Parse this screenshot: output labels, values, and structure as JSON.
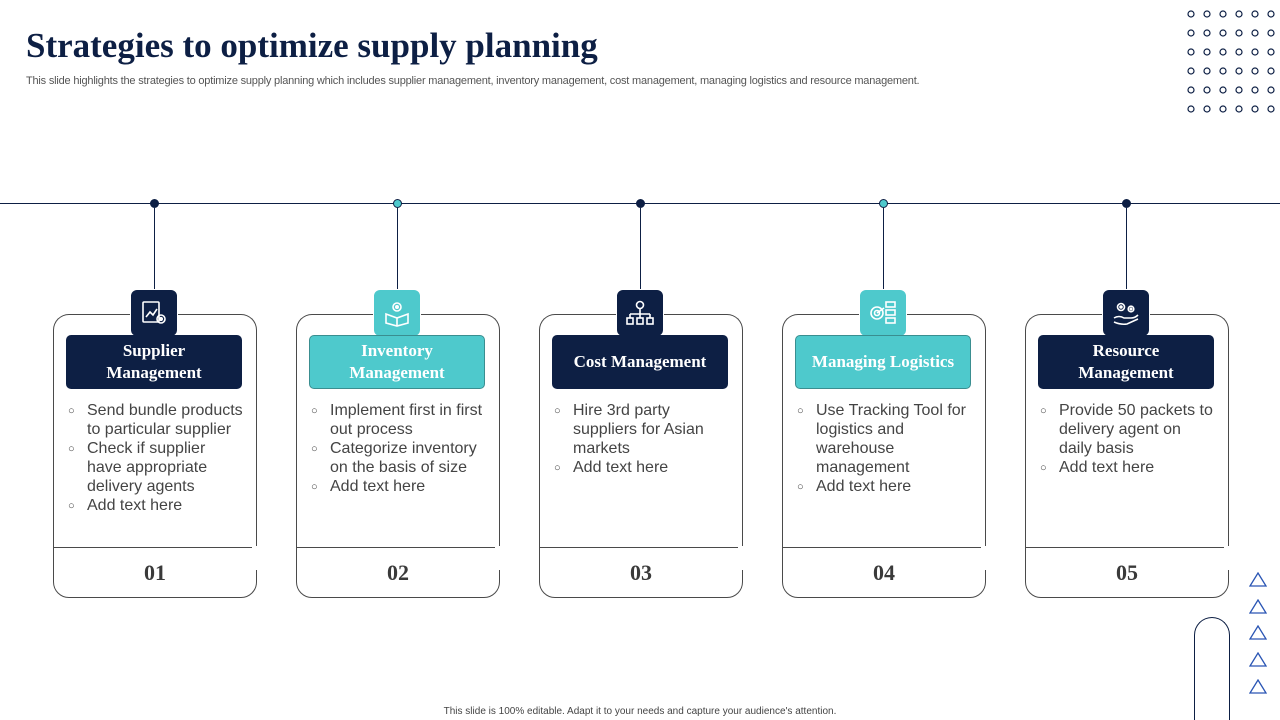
{
  "slide": {
    "title": "Strategies to optimize supply planning",
    "subtitle": "This slide highlights the strategies to optimize supply planning which includes supplier management, inventory management, cost management, managing logistics and resource management.",
    "footer": "This slide is 100% editable.  Adapt it to your needs and capture your audience's attention."
  },
  "colors": {
    "navy": "#0d1f44",
    "teal": "#4ec9cc"
  },
  "cards": [
    {
      "heading": "Supplier Management",
      "theme": "navy",
      "icon": "supplier-report-icon",
      "number": "01",
      "bullets": [
        "Send bundle products to particular supplier",
        "Check if supplier have appropriate delivery agents",
        "Add text here"
      ]
    },
    {
      "heading": "Inventory Management",
      "theme": "teal",
      "icon": "inventory-box-gear-icon",
      "number": "02",
      "bullets": [
        "Implement first in first out process",
        "Categorize inventory  on the basis of size",
        "Add text here"
      ]
    },
    {
      "heading": "Cost Management",
      "theme": "navy",
      "icon": "org-chart-gear-icon",
      "number": "03",
      "bullets": [
        "Hire 3rd party suppliers for Asian markets",
        "Add text here"
      ]
    },
    {
      "heading": "Managing Logistics",
      "theme": "teal",
      "icon": "logistics-target-icon",
      "number": "04",
      "bullets": [
        "Use Tracking Tool for logistics and warehouse management",
        "Add text here"
      ]
    },
    {
      "heading": "Resource Management",
      "theme": "navy",
      "icon": "hand-gears-icon",
      "number": "05",
      "bullets": [
        "Provide 50 packets to delivery agent on daily basis",
        "Add text here"
      ]
    }
  ]
}
